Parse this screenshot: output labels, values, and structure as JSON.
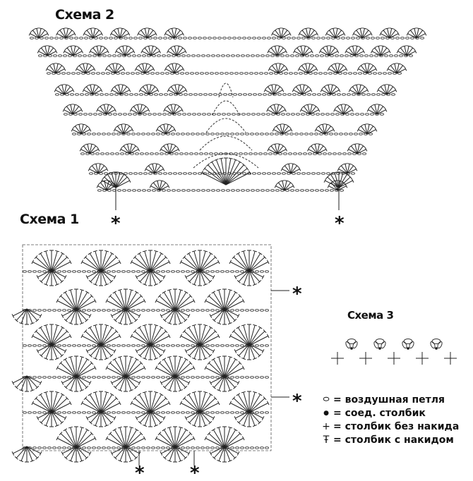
{
  "schemes": [
    {
      "title": "Схема 2"
    },
    {
      "title": "Схема 1"
    },
    {
      "title": "Схема 3"
    }
  ],
  "marker": "*",
  "legend": [
    {
      "symbol": "chain-icon",
      "glyph": "⬭",
      "text": "= воздушная петля"
    },
    {
      "symbol": "slip-stitch-icon",
      "glyph": "●",
      "text": "= соед. столбик"
    },
    {
      "symbol": "single-crochet-icon",
      "glyph": "+",
      "text": "= столбик без накида"
    },
    {
      "symbol": "double-crochet-icon",
      "glyph": "Ŧ",
      "text": "= столбик с накидом"
    }
  ]
}
